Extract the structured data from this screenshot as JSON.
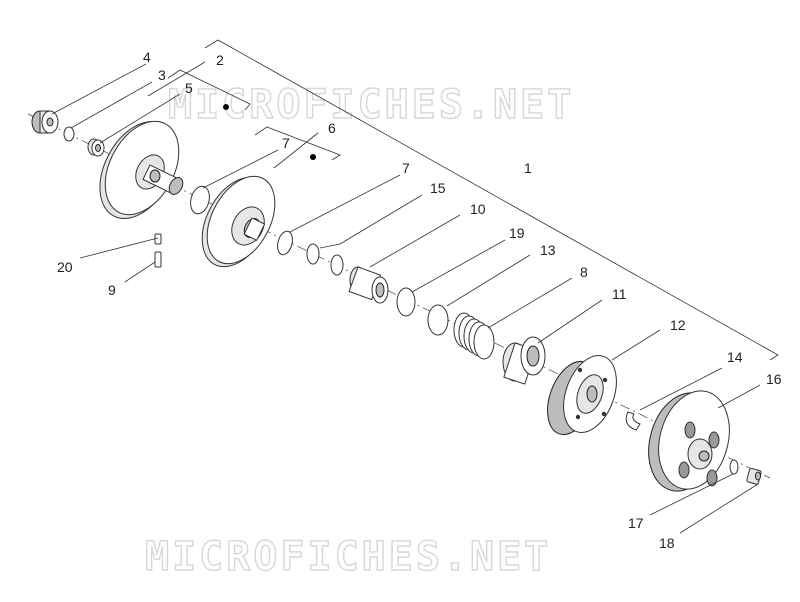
{
  "watermark": {
    "top": "MICROFICHES.NET",
    "bottom": "MICROFICHES.NET"
  },
  "callouts": {
    "c1": "1",
    "c2": "2",
    "c3": "3",
    "c4": "4",
    "c5": "5",
    "c6": "6",
    "c7a": "7",
    "c7b": "7",
    "c8": "8",
    "c9": "9",
    "c10": "10",
    "c11": "11",
    "c12": "12",
    "c13": "13",
    "c14": "14",
    "c15": "15",
    "c16": "16",
    "c17": "17",
    "c18": "18",
    "c19": "19",
    "c20": "20"
  },
  "colors": {
    "line": "#333333",
    "watermark": "#d7d7d7"
  }
}
